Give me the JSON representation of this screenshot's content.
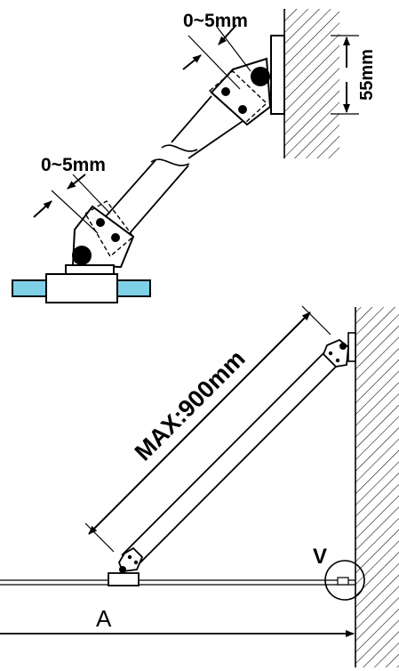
{
  "detail_top": {
    "gap_label_upper": "0~5mm",
    "gap_label_lower": "0~5mm",
    "height_label": "55mm"
  },
  "overview": {
    "length_label": "MAX:900mm",
    "detail_marker": "V",
    "distance_label": "A"
  },
  "colors": {
    "line": "#000000",
    "glass": "#7fd0e6",
    "background": "#ffffff"
  }
}
